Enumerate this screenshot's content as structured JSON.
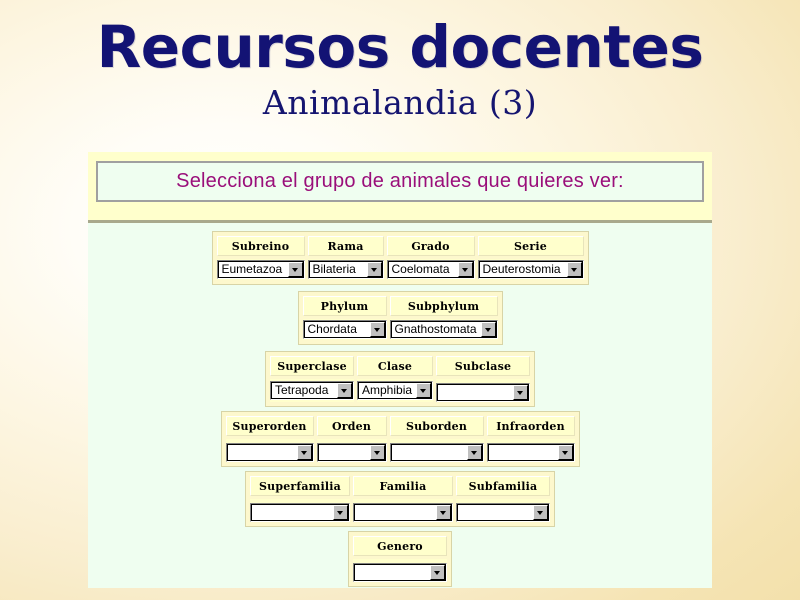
{
  "slide": {
    "title": "Recursos docentes",
    "subtitle": "Animalandia (3)",
    "instruction": "Selecciona el grupo de animales que quieres ver:",
    "colors": {
      "title_blue": "#131374",
      "instruction_purple": "#9a0f7a",
      "panel_yellow": "#ffffcc",
      "content_mint": "#effef0",
      "cell_yellow": "#ffffcc",
      "frame_border": "#d8d4a6",
      "box_border": "#a0a0a0"
    }
  },
  "taxonomy_rows": [
    {
      "row_name": "row-subreino",
      "fields": [
        {
          "label": "Subreino",
          "value": "Eumetazoa",
          "width": 88
        },
        {
          "label": "Rama",
          "value": "Bilateria",
          "width": 76
        },
        {
          "label": "Grado",
          "value": "Coelomata",
          "width": 88
        },
        {
          "label": "Serie",
          "value": "Deuterostomia",
          "width": 106
        }
      ]
    },
    {
      "row_name": "row-phylum",
      "fields": [
        {
          "label": "Phylum",
          "value": "Chordata",
          "width": 84
        },
        {
          "label": "Subphylum",
          "value": "Gnathostomata",
          "width": 108
        }
      ]
    },
    {
      "row_name": "row-superclase",
      "fields": [
        {
          "label": "Superclase",
          "value": "Tetrapoda",
          "width": 84
        },
        {
          "label": "Clase",
          "value": "Amphibia",
          "width": 76
        },
        {
          "label": "Subclase",
          "value": "",
          "width": 94
        }
      ]
    },
    {
      "row_name": "row-superorden",
      "fields": [
        {
          "label": "Superorden",
          "value": "",
          "width": 88
        },
        {
          "label": "Orden",
          "value": "",
          "width": 70
        },
        {
          "label": "Suborden",
          "value": "",
          "width": 94
        },
        {
          "label": "Infraorden",
          "value": "",
          "width": 88
        }
      ]
    },
    {
      "row_name": "row-superfamilia",
      "fields": [
        {
          "label": "Superfamilia",
          "value": "",
          "width": 100
        },
        {
          "label": "Familia",
          "value": "",
          "width": 100
        },
        {
          "label": "Subfamilia",
          "value": "",
          "width": 94
        }
      ]
    },
    {
      "row_name": "row-genero",
      "fields": [
        {
          "label": "Genero",
          "value": "",
          "width": 94
        }
      ]
    }
  ],
  "icons": {
    "dropdown_arrow": "chevron-down-icon"
  }
}
